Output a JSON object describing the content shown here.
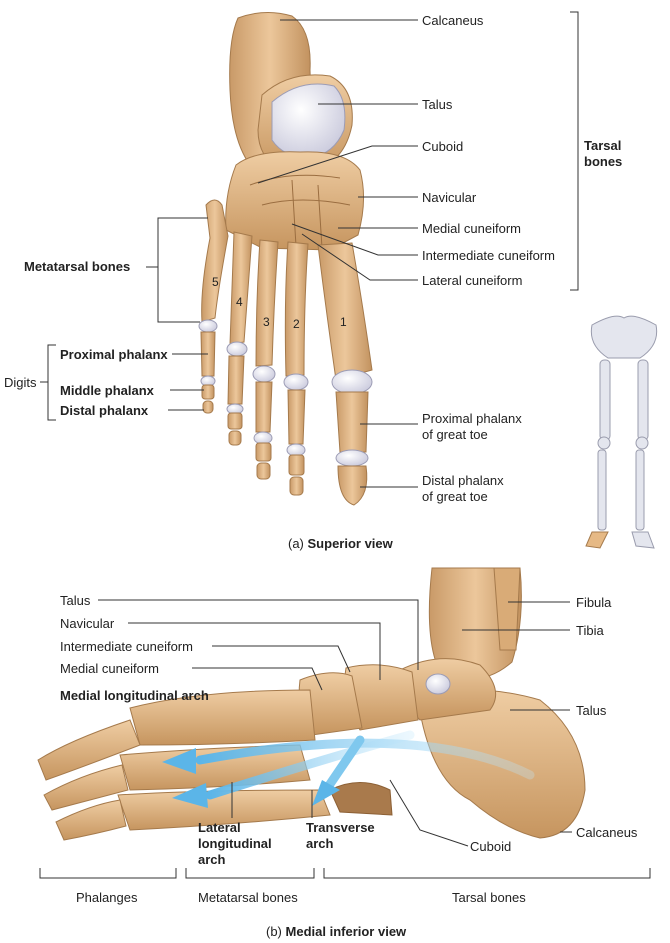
{
  "superior": {
    "labels": {
      "calcaneus": "Calcaneus",
      "talus": "Talus",
      "cuboid": "Cuboid",
      "navicular": "Navicular",
      "medial_cuneiform": "Medial cuneiform",
      "intermediate_cuneiform": "Intermediate cuneiform",
      "lateral_cuneiform": "Lateral cuneiform",
      "metatarsal_bones": "Metatarsal bones",
      "proximal_phalanx": "Proximal phalanx",
      "middle_phalanx": "Middle phalanx",
      "distal_phalanx": "Distal phalanx",
      "digits": "Digits",
      "proximal_phalanx_great_toe_1": "Proximal phalanx",
      "proximal_phalanx_great_toe_2": "of great toe",
      "distal_phalanx_great_toe_1": "Distal phalanx",
      "distal_phalanx_great_toe_2": "of great toe",
      "tarsal_bones_1": "Tarsal",
      "tarsal_bones_2": "bones"
    },
    "metatarsal_numbers": [
      "1",
      "2",
      "3",
      "4",
      "5"
    ],
    "caption_prefix": "(a)",
    "caption_title": "Superior view"
  },
  "medial": {
    "labels": {
      "talus_top": "Talus",
      "navicular": "Navicular",
      "intermediate_cuneiform": "Intermediate cuneiform",
      "medial_cuneiform": "Medial cuneiform",
      "medial_longitudinal_arch": "Medial longitudinal arch",
      "fibula": "Fibula",
      "tibia": "Tibia",
      "talus_right": "Talus",
      "lateral_arch_1": "Lateral",
      "lateral_arch_2": "longitudinal",
      "lateral_arch_3": "arch",
      "transverse_arch_1": "Transverse",
      "transverse_arch_2": "arch",
      "cuboid": "Cuboid",
      "calcaneus": "Calcaneus",
      "phalanges": "Phalanges",
      "metatarsal_bones": "Metatarsal bones",
      "tarsal_bones": "Tarsal bones"
    },
    "caption_prefix": "(b)",
    "caption_title": "Medial inferior view"
  },
  "colors": {
    "bone": "#e2b98a",
    "bone_dark": "#b98a5c",
    "cartilage": "#dcdcec",
    "arch_arrow": "#7fc8ee",
    "leader": "#333333"
  }
}
